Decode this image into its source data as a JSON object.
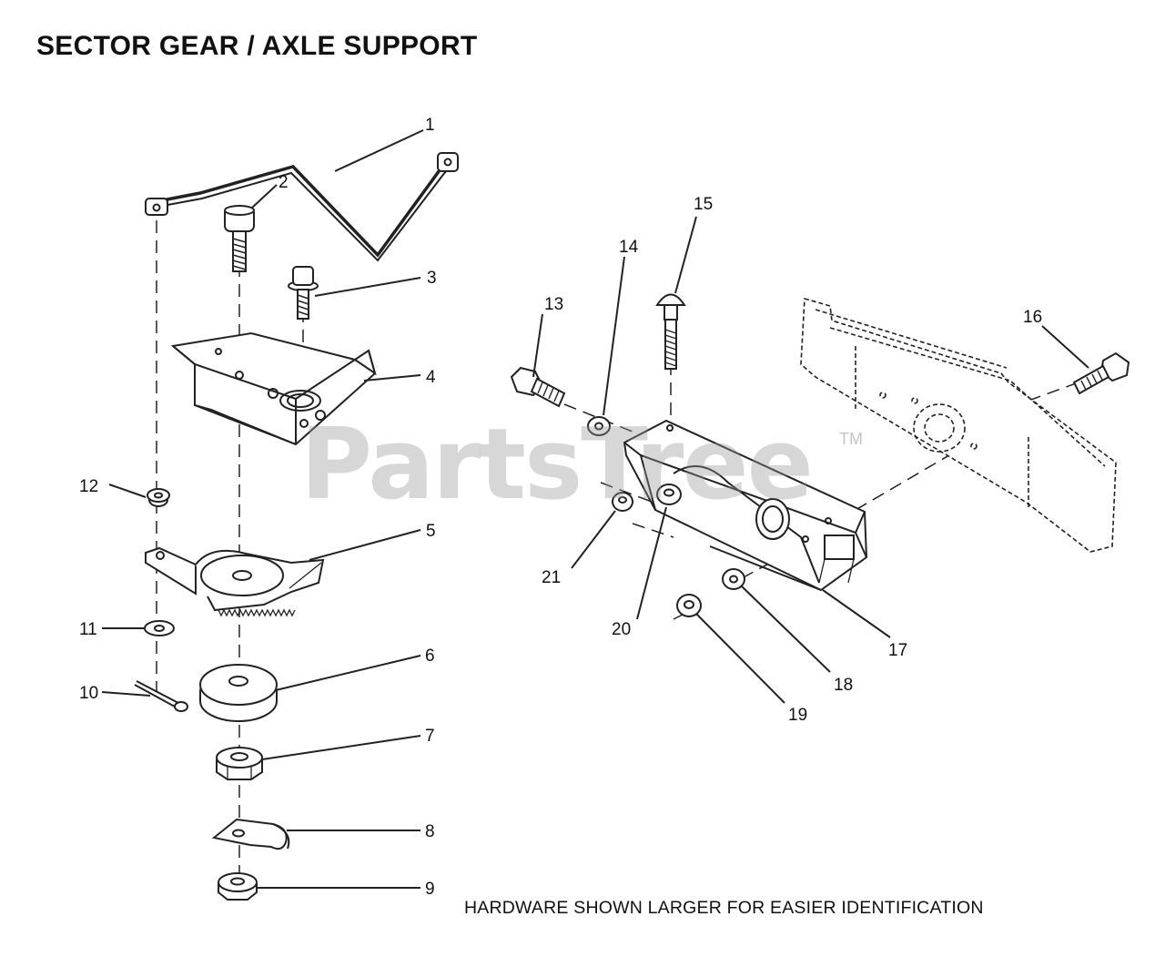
{
  "title": "SECTOR GEAR / AXLE SUPPORT",
  "footnote": "HARDWARE SHOWN LARGER FOR EASIER IDENTIFICATION",
  "watermark": {
    "text": "PartsTree",
    "trademark": "TM"
  },
  "callouts": [
    "1",
    "2",
    "3",
    "4",
    "5",
    "6",
    "7",
    "8",
    "9",
    "10",
    "11",
    "12",
    "13",
    "14",
    "15",
    "16",
    "17",
    "18",
    "19",
    "20",
    "21"
  ]
}
